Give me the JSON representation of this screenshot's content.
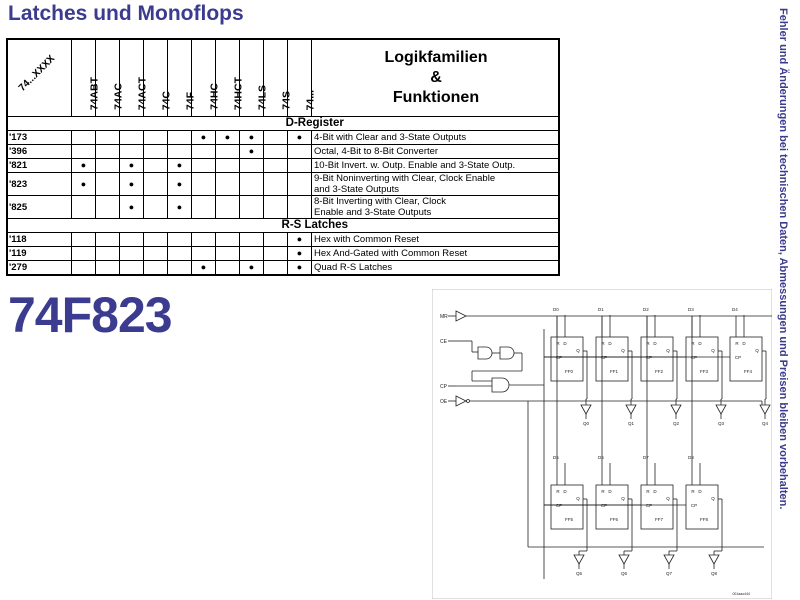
{
  "title": "Latches und Monoflops",
  "part_number": "74F823",
  "side_note": "Fehler und Änderungen bei technischen Daten, Abmessungen und Preisen bleiben vorbehalten.",
  "table": {
    "corner_label": "74...XXXX",
    "families": [
      "74ABT",
      "74AC",
      "74ACT",
      "74C",
      "74F",
      "74HC",
      "74HCT",
      "74LS",
      "74S",
      "74..."
    ],
    "header_title": [
      "Logikfamilien",
      "&",
      "Funktionen"
    ],
    "sections": [
      {
        "name": "D-Register",
        "rows": [
          {
            "code": "'173",
            "dots": [
              false,
              false,
              false,
              false,
              false,
              true,
              true,
              true,
              false,
              true
            ],
            "func": [
              "4-Bit with Clear and 3-State Outputs"
            ]
          },
          {
            "code": "'396",
            "dots": [
              false,
              false,
              false,
              false,
              false,
              false,
              false,
              true,
              false,
              false
            ],
            "func": [
              "Octal, 4-Bit to 8-Bit Converter"
            ]
          },
          {
            "code": "'821",
            "dots": [
              true,
              false,
              true,
              false,
              true,
              false,
              false,
              false,
              false,
              false
            ],
            "func": [
              "10-Bit Invert. w. Outp. Enable and 3-State Outp."
            ]
          },
          {
            "code": "'823",
            "dots": [
              true,
              false,
              true,
              false,
              true,
              false,
              false,
              false,
              false,
              false
            ],
            "func": [
              "9-Bit Noninverting with Clear, Clock Enable",
              "and 3-State Outputs"
            ]
          },
          {
            "code": "'825",
            "dots": [
              false,
              false,
              true,
              false,
              true,
              false,
              false,
              false,
              false,
              false
            ],
            "func": [
              "8-Bit Inverting with Clear, Clock",
              "Enable and 3-State Outputs"
            ]
          }
        ]
      },
      {
        "name": "R-S Latches",
        "rows": [
          {
            "code": "'118",
            "dots": [
              false,
              false,
              false,
              false,
              false,
              false,
              false,
              false,
              false,
              true
            ],
            "func": [
              "Hex with Common Reset"
            ]
          },
          {
            "code": "'119",
            "dots": [
              false,
              false,
              false,
              false,
              false,
              false,
              false,
              false,
              false,
              true
            ],
            "func": [
              "Hex And-Gated with Common Reset"
            ]
          },
          {
            "code": "'279",
            "dots": [
              false,
              false,
              false,
              false,
              false,
              true,
              false,
              true,
              false,
              true
            ],
            "func": [
              "Quad R-S Latches"
            ]
          }
        ]
      }
    ]
  },
  "diagram": {
    "inputs": [
      "MR",
      "CE",
      "CP",
      "OE"
    ],
    "data_inputs": [
      "D0",
      "D1",
      "D2",
      "D3",
      "D4",
      "D5",
      "D6",
      "D7",
      "D8"
    ],
    "flipflops": [
      "FF0",
      "FF1",
      "FF2",
      "FF3",
      "FF4",
      "FF5",
      "FF6",
      "FF7",
      "FF8"
    ],
    "outputs": [
      "Q0",
      "Q1",
      "Q2",
      "Q3",
      "Q4",
      "Q5",
      "Q6",
      "Q7",
      "Q8"
    ],
    "pin_labels": {
      "reset": "R",
      "data": "D",
      "clock": "CP",
      "q": "Q"
    },
    "figure_id": "001aao444"
  }
}
